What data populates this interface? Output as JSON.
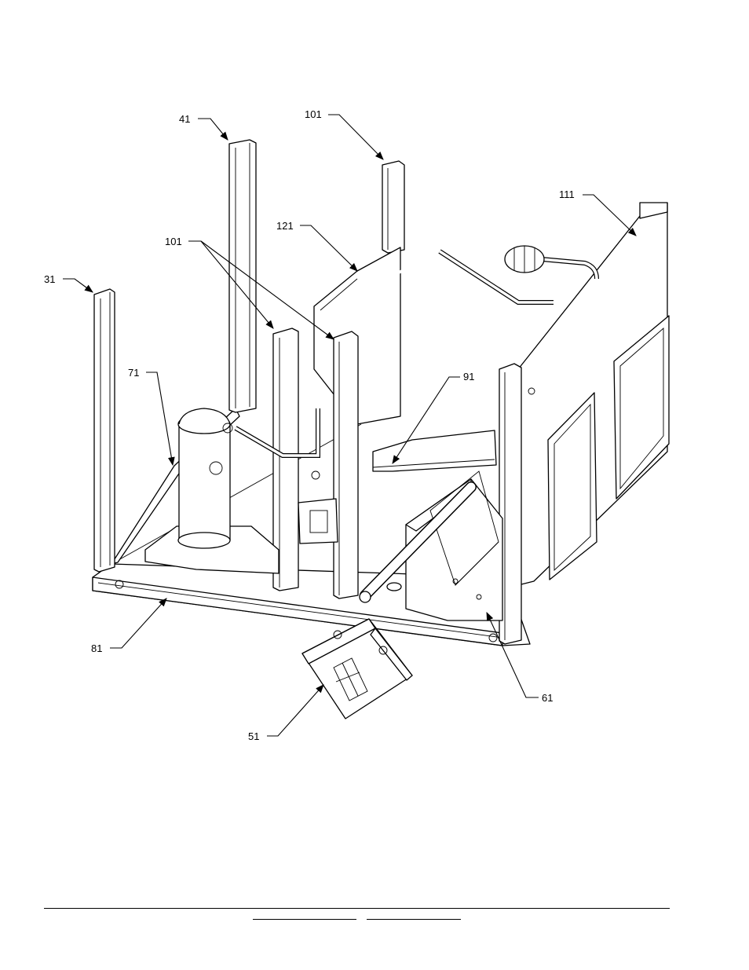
{
  "callouts": [
    {
      "id": "31",
      "text": "31"
    },
    {
      "id": "41",
      "text": "41"
    },
    {
      "id": "101a",
      "text": "101"
    },
    {
      "id": "101b",
      "text": "101"
    },
    {
      "id": "111",
      "text": "111"
    },
    {
      "id": "121",
      "text": "121"
    },
    {
      "id": "71",
      "text": "71"
    },
    {
      "id": "91",
      "text": "91"
    },
    {
      "id": "81",
      "text": "81"
    },
    {
      "id": "61",
      "text": "61"
    },
    {
      "id": "51",
      "text": "51"
    }
  ],
  "footer": {
    "left_text": "",
    "right_text": ""
  }
}
